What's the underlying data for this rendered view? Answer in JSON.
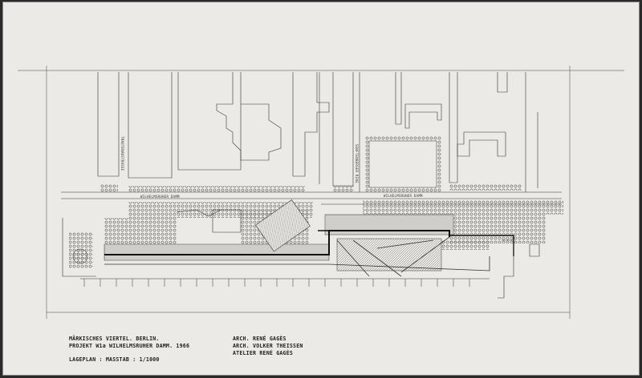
{
  "title_block": {
    "line1": "MÄRKISCHES VIERTEL. BERLIN.",
    "line2": "PROJEKT W1a WILHELMSRUHER DAMM. 1966",
    "scale": "LAGEPLAN : MASSTAB : 1/1000"
  },
  "credits": {
    "architect1": "ARCH. RENÉ GAGÈS",
    "architect2": "ARCH. VOLKER THEISSEN",
    "atelier": "ATELIER RENÉ GAGÈS"
  },
  "streets": {
    "damm_left": "WILHELMSRUHER DAMM",
    "damm_right": "WILHELMSRUHER DAMM",
    "vertical_left": "TRAUTENAUSTRASSE",
    "vertical_right": "SENFTENBERGER RING"
  },
  "colors": {
    "ink": "#222222",
    "paper": "#eceae6",
    "frame": "#2a2a2a"
  }
}
